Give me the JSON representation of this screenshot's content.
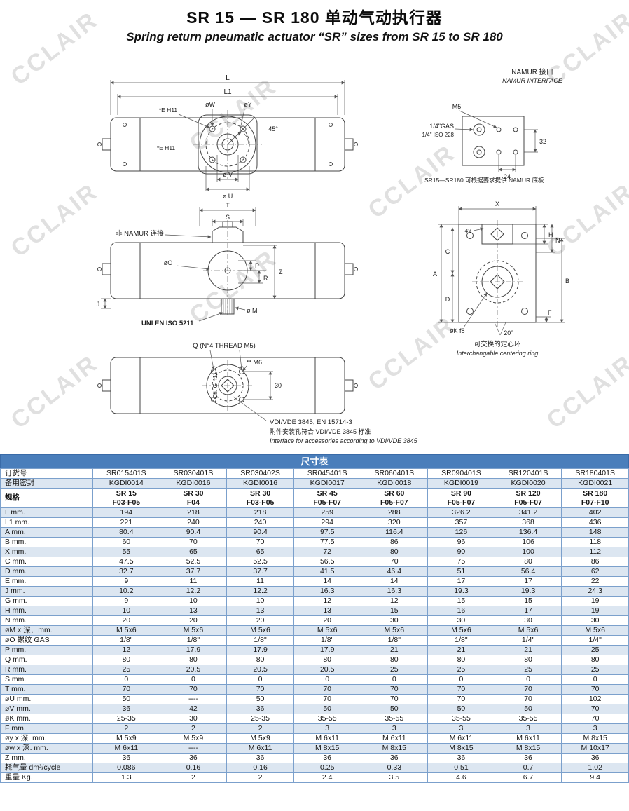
{
  "watermark": "CCLAIR",
  "title": {
    "line1": "SR 15 — SR 180 单动气动执行器",
    "line2": "Spring return pneumatic actuator  “SR”  sizes from SR 15 to SR 180"
  },
  "drawings": {
    "front": {
      "dim_l": "L",
      "dim_l1": "L1",
      "ow": "øW",
      "oy": "øY",
      "angle45": "45°",
      "e_h11_top": "*E H11",
      "e_h11_left": "*E H11",
      "ov": "ø V",
      "ou": "ø U"
    },
    "namur": {
      "title_cn": "NAMUR 接口",
      "title_en": "NAMUR INTERFACE",
      "m5": "M5",
      "gas": "1/4\"GAS",
      "iso": "1/4\" ISO 228",
      "dim32": "32",
      "dim24": "24",
      "note": "SR15—SR180 可根据要求提供 NAMUR 底板"
    },
    "side": {
      "t": "T",
      "s": "S",
      "callout": "非 NAMUR 连接",
      "oo": "øO",
      "p": "P",
      "r": "R",
      "z": "Z",
      "j": "J",
      "om": "ø M",
      "iso5211": "UNI EN ISO 5211"
    },
    "end": {
      "x": "X",
      "four": "4x",
      "h": "H",
      "n": "N",
      "a": "A",
      "c": "C",
      "d": "D",
      "b": "B",
      "okf8": "øK f8",
      "angle20": "20°",
      "f": "F",
      "cap_cn": "可交换的定心环",
      "cap_en": "Interchangable centering ring"
    },
    "bottom": {
      "q": "Q (N°4 THREAD M5)",
      "m6": "** M6",
      "dim30": "30",
      "ch": "Ch. G h11",
      "cap1": "VDI/VDE 3845, EN 15714-3",
      "cap2": "附件安装孔符合 VDI/VDE 3845 标准",
      "cap3": "Interface for accessories according to VDI/VDE 3845"
    }
  },
  "table": {
    "title": "尺寸表",
    "rows": [
      {
        "label": "订货号",
        "values": [
          "SR015401S",
          "SR030401S",
          "SR030402S",
          "SR045401S",
          "SR060401S",
          "SR090401S",
          "SR120401S",
          "SR180401S"
        ]
      },
      {
        "label": "备用密封",
        "values": [
          "KGDI0014",
          "KGDI0016",
          "KGDI0016",
          "KGDI0017",
          "KGDI0018",
          "KGDI0019",
          "KGDI0020",
          "KGDI0021"
        ]
      },
      {
        "label": "规格",
        "two_line": true,
        "values": [
          "SR 15|F03-F05",
          "SR 30|F04",
          "SR 30|F03-F05",
          "SR 45|F05-F07",
          "SR 60|F05-F07",
          "SR 90|F05-F07",
          "SR 120|F05-F07",
          "SR 180|F07-F10"
        ]
      },
      {
        "label": "L mm.",
        "values": [
          "194",
          "218",
          "218",
          "259",
          "288",
          "326.2",
          "341.2",
          "402"
        ]
      },
      {
        "label": "L1 mm.",
        "values": [
          "221",
          "240",
          "240",
          "294",
          "320",
          "357",
          "368",
          "436"
        ]
      },
      {
        "label": "A mm.",
        "values": [
          "80.4",
          "90.4",
          "90.4",
          "97.5",
          "116.4",
          "126",
          "136.4",
          "148"
        ]
      },
      {
        "label": "B mm.",
        "values": [
          "60",
          "70",
          "70",
          "77.5",
          "86",
          "96",
          "106",
          "118"
        ]
      },
      {
        "label": "X mm.",
        "values": [
          "55",
          "65",
          "65",
          "72",
          "80",
          "90",
          "100",
          "112"
        ]
      },
      {
        "label": "C mm.",
        "values": [
          "47.5",
          "52.5",
          "52.5",
          "56.5",
          "70",
          "75",
          "80",
          "86"
        ]
      },
      {
        "label": "D mm.",
        "values": [
          "32.7",
          "37.7",
          "37.7",
          "41.5",
          "46.4",
          "51",
          "56.4",
          "62"
        ]
      },
      {
        "label": "E mm.",
        "values": [
          "9",
          "11",
          "11",
          "14",
          "14",
          "17",
          "17",
          "22"
        ]
      },
      {
        "label": "J mm.",
        "values": [
          "10.2",
          "12.2",
          "12.2",
          "16.3",
          "16.3",
          "19.3",
          "19.3",
          "24.3"
        ]
      },
      {
        "label": "G mm.",
        "values": [
          "9",
          "10",
          "10",
          "12",
          "12",
          "15",
          "15",
          "19"
        ]
      },
      {
        "label": "H mm.",
        "values": [
          "10",
          "13",
          "13",
          "13",
          "15",
          "16",
          "17",
          "19"
        ]
      },
      {
        "label": "N mm.",
        "values": [
          "20",
          "20",
          "20",
          "20",
          "30",
          "30",
          "30",
          "30"
        ]
      },
      {
        "label": "øM x 深．mm.",
        "values": [
          "M 5x6",
          "M 5x6",
          "M 5x6",
          "M 5x6",
          "M 5x6",
          "M 5x6",
          "M 5x6",
          "M 5x6"
        ]
      },
      {
        "label": "øO 螺纹  GAS",
        "values": [
          "1/8\"",
          "1/8\"",
          "1/8\"",
          "1/8\"",
          "1/8\"",
          "1/8\"",
          "1/4\"",
          "1/4\""
        ]
      },
      {
        "label": "P mm.",
        "values": [
          "12",
          "17.9",
          "17.9",
          "17.9",
          "21",
          "21",
          "21",
          "25"
        ]
      },
      {
        "label": "Q mm.",
        "values": [
          "80",
          "80",
          "80",
          "80",
          "80",
          "80",
          "80",
          "80"
        ]
      },
      {
        "label": "R mm.",
        "values": [
          "25",
          "20.5",
          "20.5",
          "20.5",
          "25",
          "25",
          "25",
          "25"
        ]
      },
      {
        "label": "S mm.",
        "values": [
          "0",
          "0",
          "0",
          "0",
          "0",
          "0",
          "0",
          "0"
        ]
      },
      {
        "label": "T mm.",
        "values": [
          "70",
          "70",
          "70",
          "70",
          "70",
          "70",
          "70",
          "70"
        ]
      },
      {
        "label": "øU mm.",
        "values": [
          "50",
          "----",
          "50",
          "70",
          "70",
          "70",
          "70",
          "102"
        ]
      },
      {
        "label": "øV mm.",
        "values": [
          "36",
          "42",
          "36",
          "50",
          "50",
          "50",
          "50",
          "70"
        ]
      },
      {
        "label": "øK mm.",
        "values": [
          "25-35",
          "30",
          "25-35",
          "35-55",
          "35-55",
          "35-55",
          "35-55",
          "70"
        ]
      },
      {
        "label": "F mm.",
        "values": [
          "2",
          "2",
          "2",
          "3",
          "3",
          "3",
          "3",
          "3"
        ]
      },
      {
        "label": "øy x 深.  mm.",
        "values": [
          "M 5x9",
          "M 5x9",
          "M 5x9",
          "M 6x11",
          "M 6x11",
          "M 6x11",
          "M 6x11",
          "M 8x15"
        ]
      },
      {
        "label": "øw x 深.  mm.",
        "values": [
          "M 6x11",
          "----",
          "M 6x11",
          "M 8x15",
          "M 8x15",
          "M 8x15",
          "M 8x15",
          "M 10x17"
        ]
      },
      {
        "label": "Z mm.",
        "values": [
          "36",
          "36",
          "36",
          "36",
          "36",
          "36",
          "36",
          "36"
        ]
      },
      {
        "label": "耗气量    dm³/cycle",
        "values": [
          "0.086",
          "0.16",
          "0.16",
          "0.25",
          "0.33",
          "0.51",
          "0.7",
          "1.02"
        ]
      },
      {
        "label": "重量    Kg.",
        "values": [
          "1.3",
          "2",
          "2",
          "2.4",
          "3.5",
          "4.6",
          "6.7",
          "9.4"
        ]
      }
    ]
  }
}
